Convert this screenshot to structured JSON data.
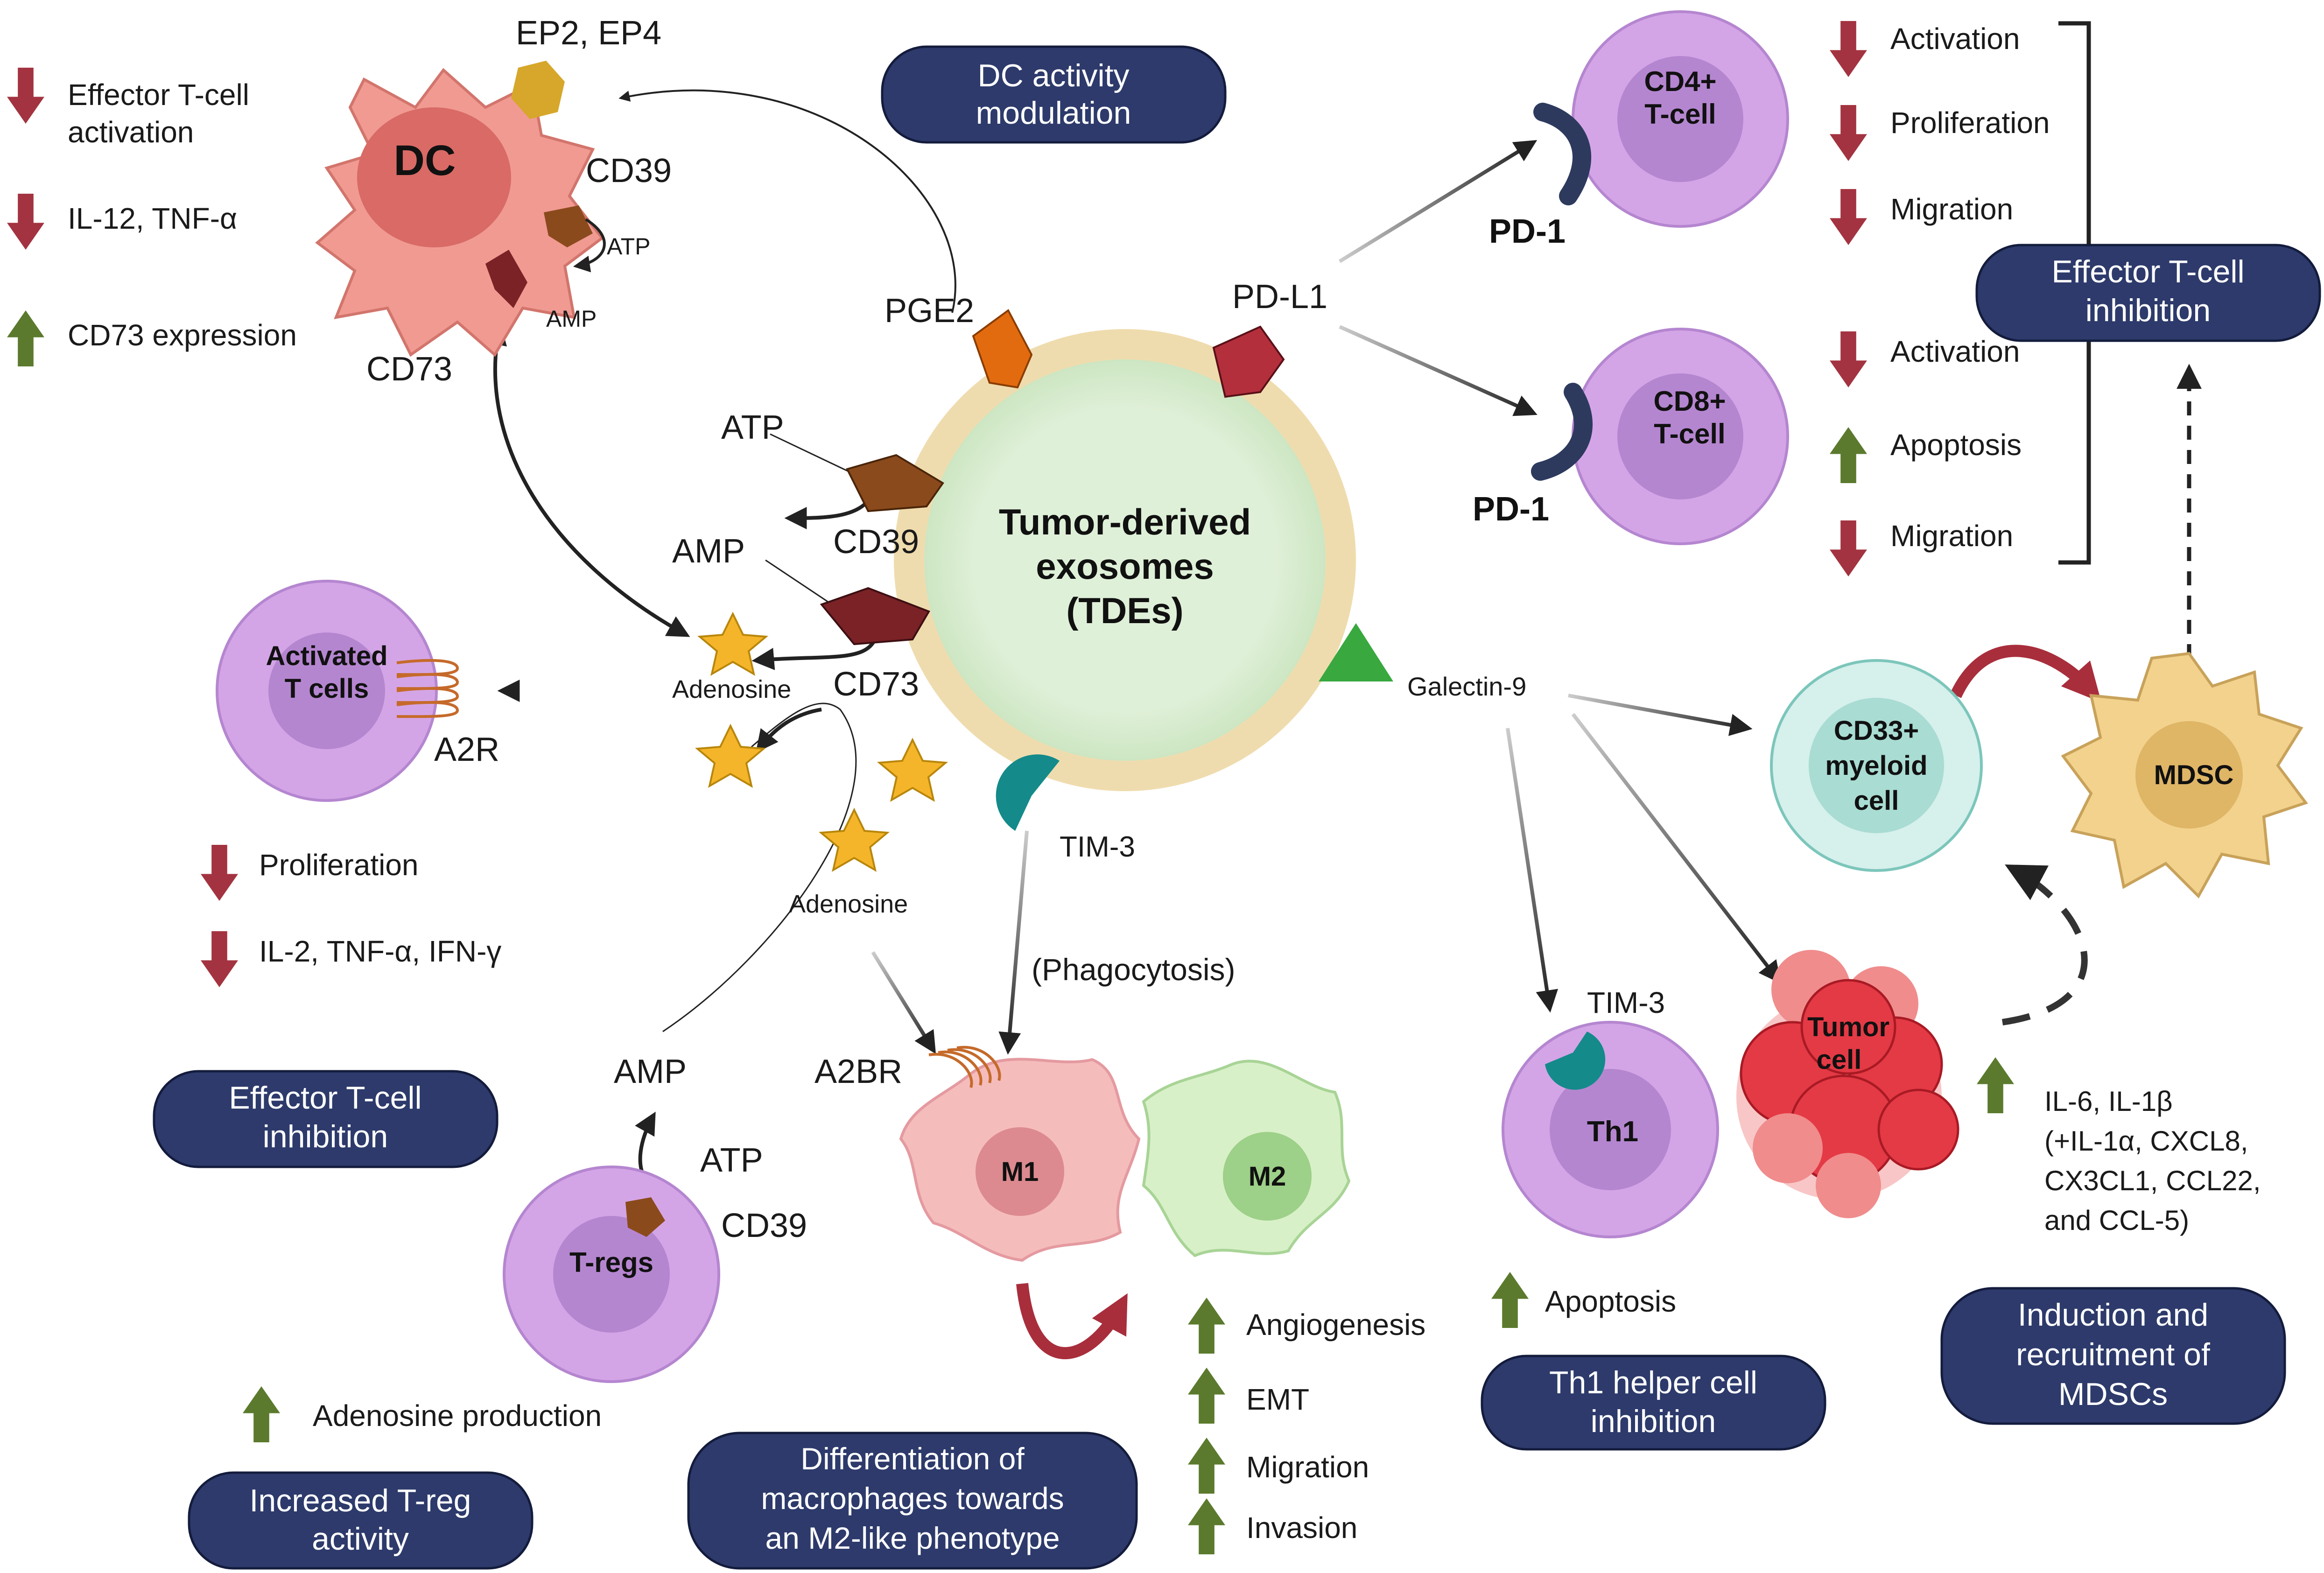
{
  "colors": {
    "pill": "#2d3a6b",
    "up_arrow": "#5b7a2d",
    "down_arrow": "#a33340",
    "tde_inner": "#dff0d8",
    "tde_ring": "#efdcae",
    "cell_purple": "#d4a5e6",
    "cell_purple_nucleus": "#b586d0",
    "cd33_fill": "#d6f0ec",
    "dc_fill": "#f09a92",
    "m1_fill": "#f5bcbc",
    "m2_fill": "#d8f0c8",
    "mdsc_fill": "#f2d28c",
    "tumor_fill": "#e43a45",
    "pd1": "#2d3a5e",
    "tim3": "#148a8a",
    "galectin": "#38a83f",
    "cd39": "#8b4a1c",
    "cd73": "#7a2226",
    "pge2": "#e36b0f",
    "pdl1": "#b32f3c",
    "ep_receptor": "#d6a72a",
    "adenosine_star": "#f5b52a",
    "curved_red_arrow": "#a82e3c"
  },
  "labels": {
    "ep2_ep4": "EP2, EP4",
    "dc": "DC",
    "cd39_dc": "CD39",
    "atp_dc": "ATP",
    "amp_dc": "AMP",
    "cd73_dc": "CD73",
    "pge2": "PGE2",
    "pdl1": "PD-L1",
    "atp_tde": "ATP",
    "cd39_tde": "CD39",
    "amp_tde": "AMP",
    "cd73_tde": "CD73",
    "adenosine_1": "Adenosine",
    "adenosine_2": "Adenosine",
    "tde_line1": "Tumor-derived",
    "tde_line2": "exosomes",
    "tde_line3": "(TDEs)",
    "activated_t_line1": "Activated",
    "activated_t_line2": "T cells",
    "a2r": "A2R",
    "tim3_tde": "TIM-3",
    "phagocytosis": "(Phagocytosis)",
    "a2br": "A2BR",
    "m1": "M1",
    "m2": "M2",
    "amp_treg": "AMP",
    "atp_treg": "ATP",
    "cd39_treg": "CD39",
    "tregs": "T-regs",
    "cd4_line1": "CD4+",
    "cd4_line2": "T-cell",
    "cd8_line1": "CD8+",
    "cd8_line2": "T-cell",
    "pd1_top": "PD-1",
    "pd1_bottom": "PD-1",
    "galectin9": "Galectin-9",
    "cd33_line1": "CD33+",
    "cd33_line2": "myeloid",
    "cd33_line3": "cell",
    "mdsc": "MDSC",
    "tim3_th1": "TIM-3",
    "th1": "Th1",
    "tumor_line1": "Tumor",
    "tumor_line2": "cell"
  },
  "effects": {
    "dc": [
      {
        "dir": "down",
        "line1": "Effector T-cell",
        "line2": "activation"
      },
      {
        "dir": "down",
        "line1": "IL-12, TNF-α",
        "line2": ""
      },
      {
        "dir": "up",
        "line1": "CD73 expression",
        "line2": ""
      }
    ],
    "activated_t": [
      {
        "dir": "down",
        "text": "Proliferation"
      },
      {
        "dir": "down",
        "text": "IL-2, TNF-α, IFN-γ"
      }
    ],
    "treg": [
      {
        "dir": "up",
        "text": "Adenosine production"
      }
    ],
    "macrophage": [
      {
        "dir": "up",
        "text": "Angiogenesis"
      },
      {
        "dir": "up",
        "text": "EMT"
      },
      {
        "dir": "up",
        "text": "Migration"
      },
      {
        "dir": "up",
        "text": "Invasion"
      }
    ],
    "th1": [
      {
        "dir": "up",
        "text": "Apoptosis"
      }
    ],
    "cd4": [
      {
        "dir": "down",
        "text": "Activation"
      },
      {
        "dir": "down",
        "text": "Proliferation"
      },
      {
        "dir": "down",
        "text": "Migration"
      }
    ],
    "cd8": [
      {
        "dir": "down",
        "text": "Activation"
      },
      {
        "dir": "up",
        "text": "Apoptosis"
      },
      {
        "dir": "down",
        "text": "Migration"
      }
    ],
    "tumor": {
      "dir": "up",
      "lines": [
        "IL-6, IL-1β",
        "(+IL-1α, CXCL8,",
        "CX3CL1, CCL22,",
        "and CCL-5)"
      ]
    }
  },
  "pills": {
    "dc_activity": [
      "DC activity",
      "modulation"
    ],
    "effector_right": [
      "Effector T-cell",
      "inhibition"
    ],
    "effector_left": [
      "Effector T-cell",
      "inhibition"
    ],
    "treg_activity": [
      "Increased T-reg",
      "activity"
    ],
    "macrophage_diff": [
      "Differentiation of",
      "macrophages towards",
      "an M2-like phenotype"
    ],
    "th1_inhibition": [
      "Th1 helper cell",
      "inhibition"
    ],
    "mdsc_induction": [
      "Induction and",
      "recruitment of",
      "MDSCs"
    ]
  }
}
